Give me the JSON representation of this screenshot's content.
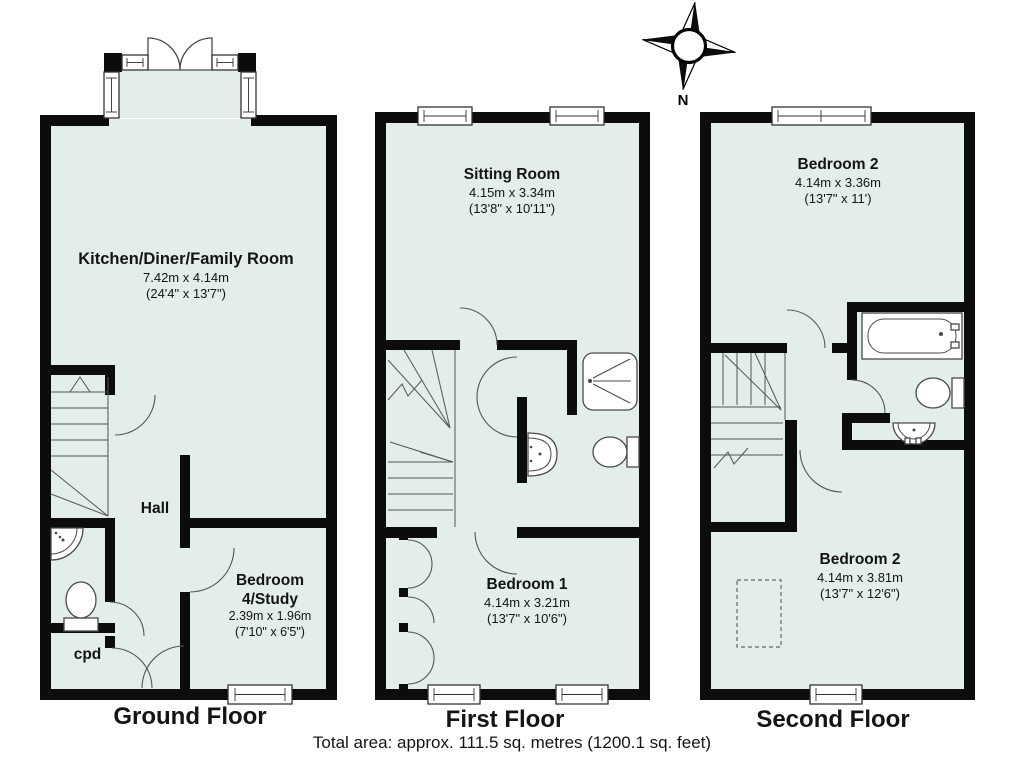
{
  "theme": {
    "background": "#ffffff",
    "room_fill": "#e3edec",
    "wall_color": "#0c0c0c",
    "line_color": "#555555",
    "text_color": "#141414"
  },
  "compass": {
    "north_label": "N"
  },
  "floors": [
    {
      "id": "ground",
      "title": "Ground Floor",
      "rooms": [
        {
          "name": "Kitchen/Diner/Family Room",
          "dims_metric": "7.42m x 4.14m",
          "dims_imperial": "(24'4\" x 13'7\")"
        },
        {
          "name": "Hall"
        },
        {
          "name": "Bedroom 4/Study",
          "dims_metric": "2.39m x 1.96m",
          "dims_imperial": "(7'10\" x 6'5\")"
        },
        {
          "name": "cpd"
        }
      ]
    },
    {
      "id": "first",
      "title": "First Floor",
      "rooms": [
        {
          "name": "Sitting Room",
          "dims_metric": "4.15m x 3.34m",
          "dims_imperial": "(13'8\" x 10'11\")"
        },
        {
          "name": "Bedroom 1",
          "dims_metric": "4.14m x 3.21m",
          "dims_imperial": "(13'7\" x 10'6\")"
        }
      ]
    },
    {
      "id": "second",
      "title": "Second Floor",
      "rooms": [
        {
          "name": "Bedroom 2",
          "dims_metric": "4.14m x 3.36m",
          "dims_imperial": "(13'7\" x 11')"
        },
        {
          "name": "Bedroom 2",
          "dims_metric": "4.14m x 3.81m",
          "dims_imperial": "(13'7\" x 12'6\")"
        }
      ]
    }
  ],
  "footer": {
    "total_area": "Total area: approx. 111.5 sq. metres (1200.1 sq. feet)"
  }
}
